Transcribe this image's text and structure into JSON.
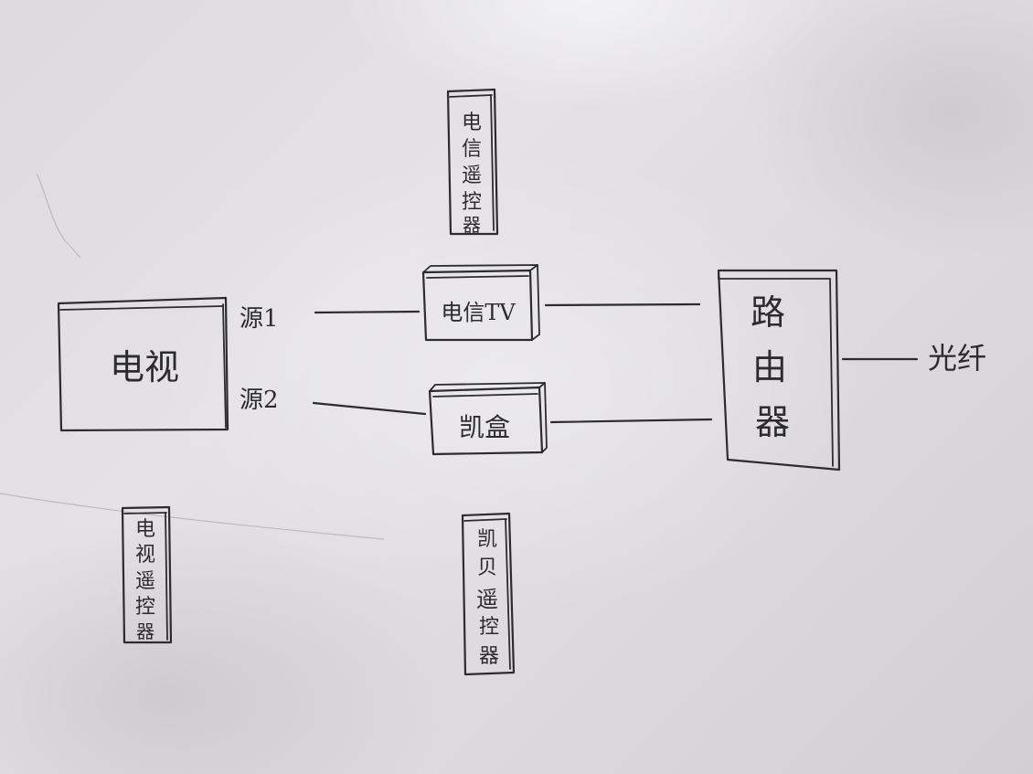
{
  "diagram": {
    "tv_label": "电视",
    "source1_label": "源1",
    "source2_label": "源2",
    "telecom_box_label": "电信TV",
    "kaibox_label": "凯盒",
    "router_chars": [
      "路",
      "由",
      "器"
    ],
    "fiber_label": "光纤",
    "telecom_remote_chars": [
      "电",
      "信",
      "遥",
      "控",
      "器"
    ],
    "tv_remote_chars": [
      "电",
      "视",
      "遥",
      "控",
      "器"
    ],
    "kaibox_remote_chars": [
      "凯",
      "贝",
      "遥",
      "控",
      "器"
    ]
  },
  "colors": {
    "ink": "#2b2b30",
    "paper": "#dedce0"
  }
}
